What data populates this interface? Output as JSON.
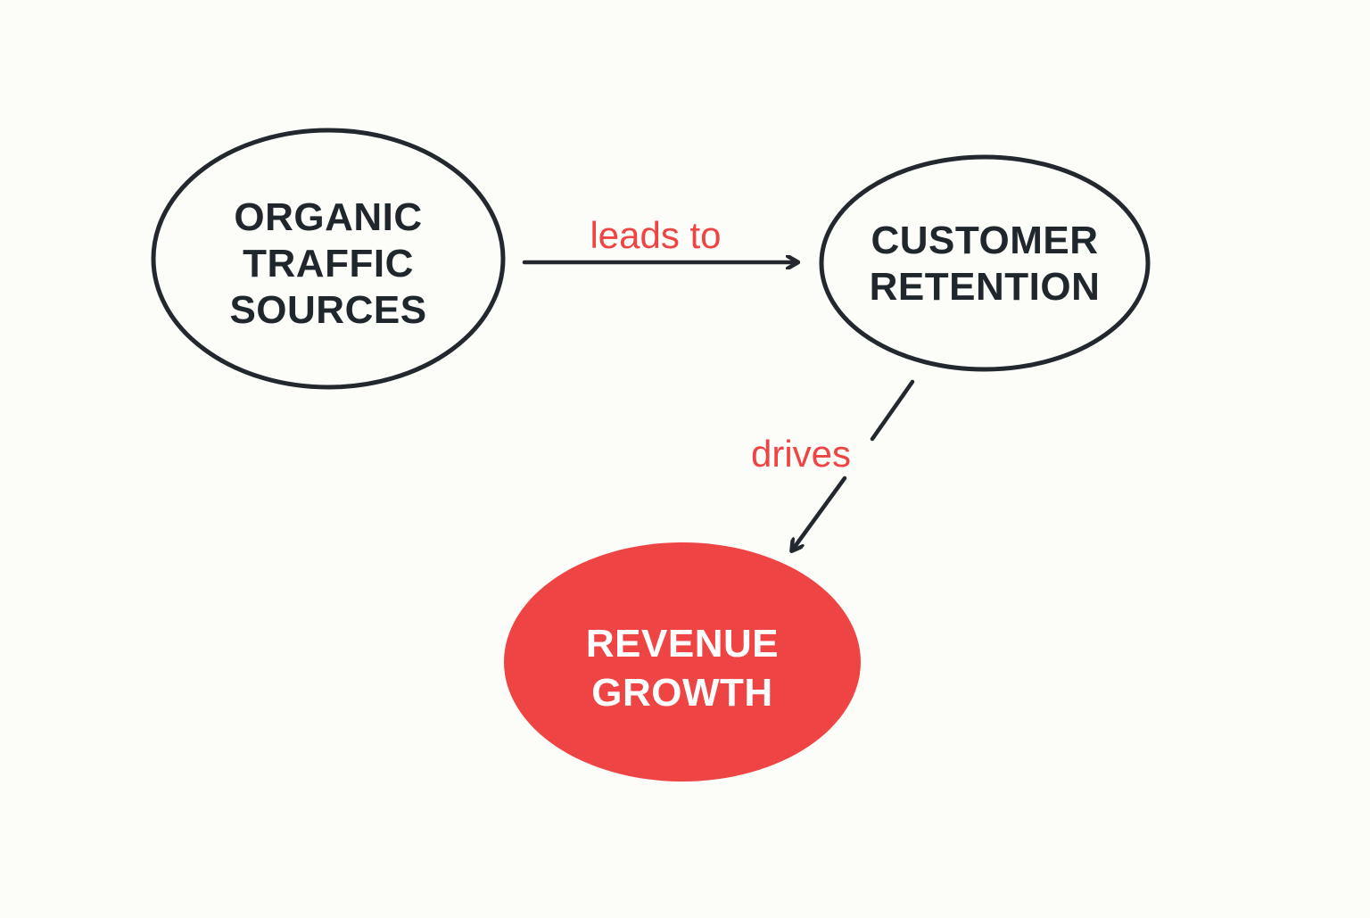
{
  "colors": {
    "background": "#fcfcf9",
    "stroke": "#22282e",
    "text": "#1f262c",
    "accent": "#ef4444",
    "accent_text": "#ffffff"
  },
  "nodes": {
    "organic": {
      "lines": [
        "ORGANIC",
        "TRAFFIC",
        "SOURCES"
      ]
    },
    "retention": {
      "lines": [
        "CUSTOMER",
        "RETENTION"
      ]
    },
    "revenue": {
      "lines": [
        "REVENUE",
        "GROWTH"
      ]
    }
  },
  "edges": {
    "organic_to_retention": {
      "label": "leads to"
    },
    "retention_to_revenue": {
      "label": "drives"
    }
  }
}
